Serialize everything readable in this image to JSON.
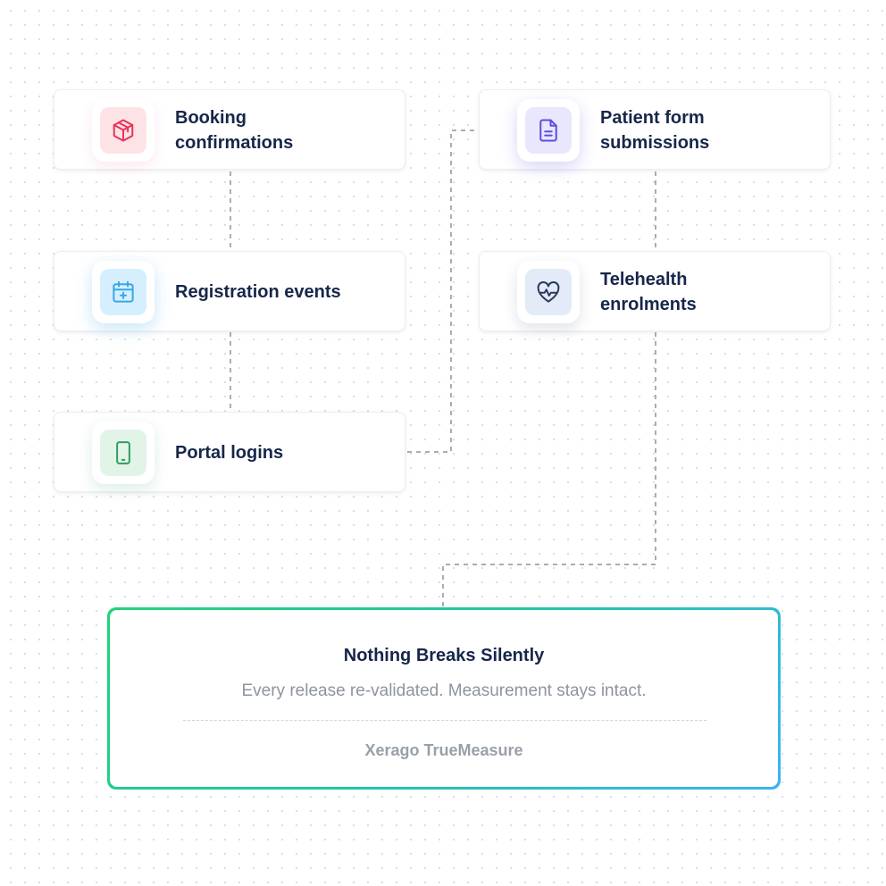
{
  "nodes": {
    "booking": {
      "label_line1": "Booking",
      "label_line2": "confirmations",
      "icon": "package-icon",
      "accent": "#e8335a",
      "tile_bg": "#fde3e5"
    },
    "registration": {
      "label": "Registration events",
      "icon": "calendar-plus-icon",
      "accent": "#3aa7e6",
      "tile_bg": "#d6efff"
    },
    "portal": {
      "label": "Portal logins",
      "icon": "smartphone-icon",
      "accent": "#2e9d61",
      "tile_bg": "#e2f4e8"
    },
    "patient_form": {
      "label_line1": "Patient form",
      "label_line2": "submissions",
      "icon": "document-icon",
      "accent": "#5a4fe0",
      "tile_bg": "#e9e7fd"
    },
    "telehealth": {
      "label_line1": "Telehealth",
      "label_line2": "enrolments",
      "icon": "heart-pulse-icon",
      "accent": "#2b3a5c",
      "tile_bg": "#e3eaf8"
    }
  },
  "outcome": {
    "title": "Nothing Breaks Silently",
    "subtitle": "Every release re-validated. Measurement stays intact.",
    "brand": "Xerago TrueMeasure",
    "gradient_colors": [
      "#22d37a",
      "#3ab4f2"
    ]
  },
  "colors": {
    "heading_text": "#17264a",
    "muted_text": "#8e949e",
    "connector": "#a8adb6"
  }
}
